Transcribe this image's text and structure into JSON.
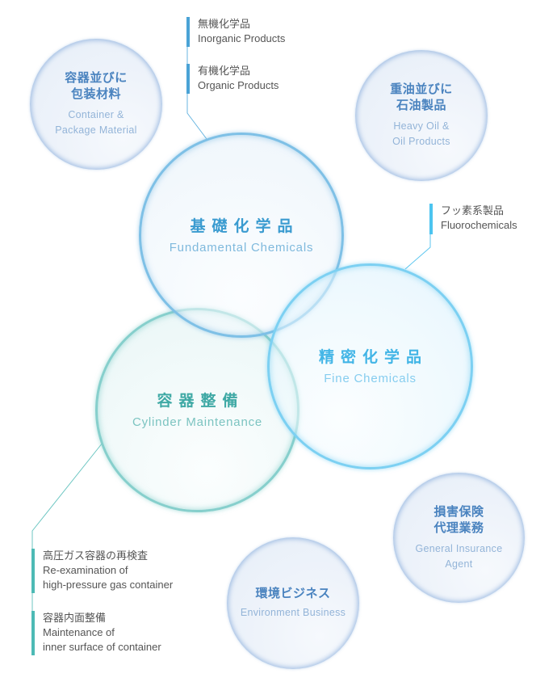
{
  "colors": {
    "fundamental": "#3a9bd0",
    "fine": "#42b5e6",
    "cylinder": "#3fa9a5",
    "small_circle_text": "#4a83bf",
    "label_text": "#555555"
  },
  "circles": {
    "container": {
      "jp_line1": "容器並びに",
      "jp_line2": "包装材料",
      "en_line1": "Container &",
      "en_line2": "Package Material"
    },
    "heavy_oil": {
      "jp_line1": "重油並びに",
      "jp_line2": "石油製品",
      "en_line1": "Heavy Oil &",
      "en_line2": "Oil Products"
    },
    "fundamental": {
      "jp": "基礎化学品",
      "en": "Fundamental Chemicals"
    },
    "fine": {
      "jp": "精密化学品",
      "en": "Fine Chemicals"
    },
    "cylinder": {
      "jp": "容器整備",
      "en": "Cylinder Maintenance"
    },
    "insurance": {
      "jp_line1": "損害保険",
      "jp_line2": "代理業務",
      "en_line1": "General Insurance",
      "en_line2": "Agent"
    },
    "environment": {
      "jp": "環境ビジネス",
      "en": "Environment Business"
    }
  },
  "labels": {
    "inorganic": {
      "jp": "無機化学品",
      "en": "Inorganic Products"
    },
    "organic": {
      "jp": "有機化学品",
      "en": "Organic Products"
    },
    "fluoro": {
      "jp": "フッ素系製品",
      "en": "Fluorochemicals"
    },
    "reexam": {
      "jp": "高圧ガス容器の再検査",
      "en_line1": "Re-examination of",
      "en_line2": "high-pressure gas container"
    },
    "inner": {
      "jp": "容器内面整備",
      "en_line1": "Maintenance of",
      "en_line2": "inner surface of container"
    }
  }
}
